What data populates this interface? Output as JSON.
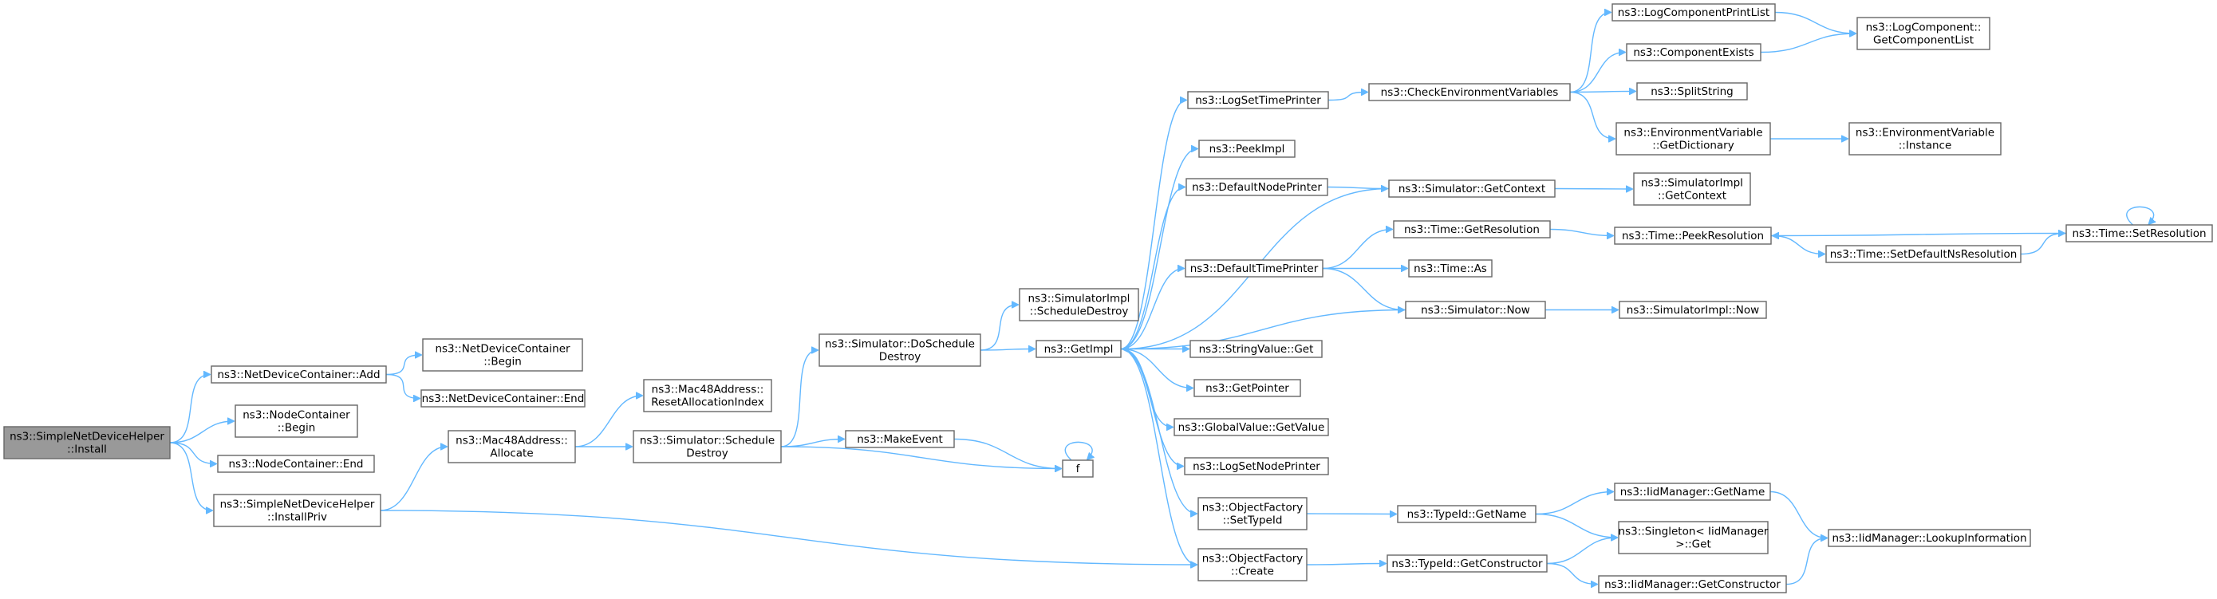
{
  "diagram": {
    "type": "call-graph",
    "colors": {
      "edge": "#63b8ff",
      "node_border": "#666666",
      "root_fill": "#999999",
      "node_fill": "#ffffff"
    },
    "nodes": [
      {
        "id": "install",
        "label": [
          "ns3::SimpleNetDeviceHelper",
          "::Install"
        ],
        "root": true
      },
      {
        "id": "ndc_add",
        "label": [
          "ns3::NetDeviceContainer::Add"
        ]
      },
      {
        "id": "nc_begin",
        "label": [
          "ns3::NodeContainer",
          "::Begin"
        ]
      },
      {
        "id": "nc_end",
        "label": [
          "ns3::NodeContainer::End"
        ]
      },
      {
        "id": "installpriv",
        "label": [
          "ns3::SimpleNetDeviceHelper",
          "::InstallPriv"
        ]
      },
      {
        "id": "ndc_begin",
        "label": [
          "ns3::NetDeviceContainer",
          "::Begin"
        ]
      },
      {
        "id": "ndc_end",
        "label": [
          "ns3::NetDeviceContainer::End"
        ]
      },
      {
        "id": "mac_allocate",
        "label": [
          "ns3::Mac48Address::",
          "Allocate"
        ]
      },
      {
        "id": "mac_reset",
        "label": [
          "ns3::Mac48Address::",
          "ResetAllocationIndex"
        ]
      },
      {
        "id": "sim_schedule_destroy",
        "label": [
          "ns3::Simulator::Schedule",
          "Destroy"
        ]
      },
      {
        "id": "sim_do_schedule_destroy",
        "label": [
          "ns3::Simulator::DoSchedule",
          "Destroy"
        ]
      },
      {
        "id": "makeevent",
        "label": [
          "ns3::MakeEvent"
        ]
      },
      {
        "id": "simimpl_schedule_destroy",
        "label": [
          "ns3::SimulatorImpl",
          "::ScheduleDestroy"
        ]
      },
      {
        "id": "getimpl",
        "label": [
          "ns3::GetImpl"
        ]
      },
      {
        "id": "f",
        "label": [
          "f"
        ]
      },
      {
        "id": "logsettimeprinter",
        "label": [
          "ns3::LogSetTimePrinter"
        ]
      },
      {
        "id": "peekimpl",
        "label": [
          "ns3::PeekImpl"
        ]
      },
      {
        "id": "defaultnodeprinter",
        "label": [
          "ns3::DefaultNodePrinter"
        ]
      },
      {
        "id": "defaulttimeprinter",
        "label": [
          "ns3::DefaultTimePrinter"
        ]
      },
      {
        "id": "stringvalue_get",
        "label": [
          "ns3::StringValue::Get"
        ]
      },
      {
        "id": "getpointer",
        "label": [
          "ns3::GetPointer"
        ]
      },
      {
        "id": "globalvalue_getvalue",
        "label": [
          "ns3::GlobalValue::GetValue"
        ]
      },
      {
        "id": "logsetnodeprinter",
        "label": [
          "ns3::LogSetNodePrinter"
        ]
      },
      {
        "id": "of_settypeid",
        "label": [
          "ns3::ObjectFactory",
          "::SetTypeId"
        ]
      },
      {
        "id": "of_create",
        "label": [
          "ns3::ObjectFactory",
          "::Create"
        ]
      },
      {
        "id": "checkenv",
        "label": [
          "ns3::CheckEnvironmentVariables"
        ]
      },
      {
        "id": "sim_getcontext",
        "label": [
          "ns3::Simulator::GetContext"
        ]
      },
      {
        "id": "time_getresolution",
        "label": [
          "ns3::Time::GetResolution"
        ]
      },
      {
        "id": "time_as",
        "label": [
          "ns3::Time::As"
        ]
      },
      {
        "id": "sim_now",
        "label": [
          "ns3::Simulator::Now"
        ]
      },
      {
        "id": "typeid_getname",
        "label": [
          "ns3::TypeId::GetName"
        ]
      },
      {
        "id": "typeid_getconstructor",
        "label": [
          "ns3::TypeId::GetConstructor"
        ]
      },
      {
        "id": "logcomponentprintlist",
        "label": [
          "ns3::LogComponentPrintList"
        ]
      },
      {
        "id": "componentexists",
        "label": [
          "ns3::ComponentExists"
        ]
      },
      {
        "id": "splitstring",
        "label": [
          "ns3::SplitString"
        ]
      },
      {
        "id": "envvar_getdict",
        "label": [
          "ns3::EnvironmentVariable",
          "::GetDictionary"
        ]
      },
      {
        "id": "simimpl_getcontext",
        "label": [
          "ns3::SimulatorImpl",
          "::GetContext"
        ]
      },
      {
        "id": "time_peekresolution",
        "label": [
          "ns3::Time::PeekResolution"
        ]
      },
      {
        "id": "simimpl_now",
        "label": [
          "ns3::SimulatorImpl::Now"
        ]
      },
      {
        "id": "iid_getname",
        "label": [
          "ns3::IidManager::GetName"
        ]
      },
      {
        "id": "singleton_get",
        "label": [
          "ns3::Singleton< IidManager",
          " >::Get"
        ]
      },
      {
        "id": "iid_getconstructor",
        "label": [
          "ns3::IidManager::GetConstructor"
        ]
      },
      {
        "id": "logcomponent_getlist",
        "label": [
          "ns3::LogComponent::",
          "GetComponentList"
        ]
      },
      {
        "id": "envvar_instance",
        "label": [
          "ns3::EnvironmentVariable",
          "::Instance"
        ]
      },
      {
        "id": "time_setdefaultns",
        "label": [
          "ns3::Time::SetDefaultNsResolution"
        ]
      },
      {
        "id": "iid_lookupinfo",
        "label": [
          "ns3::IidManager::LookupInformation"
        ]
      },
      {
        "id": "time_setresolution",
        "label": [
          "ns3::Time::SetResolution"
        ]
      }
    ],
    "edges": [
      [
        "install",
        "ndc_add"
      ],
      [
        "install",
        "nc_begin"
      ],
      [
        "install",
        "nc_end"
      ],
      [
        "install",
        "installpriv"
      ],
      [
        "ndc_add",
        "ndc_begin"
      ],
      [
        "ndc_add",
        "ndc_end"
      ],
      [
        "installpriv",
        "mac_allocate"
      ],
      [
        "installpriv",
        "of_create"
      ],
      [
        "mac_allocate",
        "mac_reset"
      ],
      [
        "mac_allocate",
        "sim_schedule_destroy"
      ],
      [
        "sim_schedule_destroy",
        "sim_do_schedule_destroy"
      ],
      [
        "sim_schedule_destroy",
        "makeevent"
      ],
      [
        "sim_schedule_destroy",
        "f"
      ],
      [
        "sim_do_schedule_destroy",
        "simimpl_schedule_destroy"
      ],
      [
        "sim_do_schedule_destroy",
        "getimpl"
      ],
      [
        "makeevent",
        "f"
      ],
      [
        "f",
        "f"
      ],
      [
        "getimpl",
        "logsettimeprinter"
      ],
      [
        "getimpl",
        "peekimpl"
      ],
      [
        "getimpl",
        "defaultnodeprinter"
      ],
      [
        "getimpl",
        "defaulttimeprinter"
      ],
      [
        "getimpl",
        "stringvalue_get"
      ],
      [
        "getimpl",
        "getpointer"
      ],
      [
        "getimpl",
        "globalvalue_getvalue"
      ],
      [
        "getimpl",
        "logsetnodeprinter"
      ],
      [
        "getimpl",
        "of_settypeid"
      ],
      [
        "getimpl",
        "of_create"
      ],
      [
        "sim_getcontext",
        "getimpl"
      ],
      [
        "sim_now",
        "getimpl"
      ],
      [
        "logsettimeprinter",
        "checkenv"
      ],
      [
        "checkenv",
        "logcomponentprintlist"
      ],
      [
        "checkenv",
        "componentexists"
      ],
      [
        "checkenv",
        "splitstring"
      ],
      [
        "checkenv",
        "envvar_getdict"
      ],
      [
        "logcomponentprintlist",
        "logcomponent_getlist"
      ],
      [
        "componentexists",
        "logcomponent_getlist"
      ],
      [
        "envvar_getdict",
        "envvar_instance"
      ],
      [
        "defaultnodeprinter",
        "sim_getcontext"
      ],
      [
        "sim_getcontext",
        "simimpl_getcontext"
      ],
      [
        "defaulttimeprinter",
        "time_getresolution"
      ],
      [
        "defaulttimeprinter",
        "time_as"
      ],
      [
        "defaulttimeprinter",
        "sim_now"
      ],
      [
        "time_getresolution",
        "time_peekresolution"
      ],
      [
        "time_peekresolution",
        "time_setdefaultns"
      ],
      [
        "time_setdefaultns",
        "time_setresolution"
      ],
      [
        "time_setresolution",
        "time_peekresolution"
      ],
      [
        "time_setresolution",
        "time_setresolution"
      ],
      [
        "sim_now",
        "simimpl_now"
      ],
      [
        "of_settypeid",
        "typeid_getname"
      ],
      [
        "typeid_getname",
        "iid_getname"
      ],
      [
        "typeid_getname",
        "singleton_get"
      ],
      [
        "iid_getname",
        "iid_lookupinfo"
      ],
      [
        "of_create",
        "typeid_getconstructor"
      ],
      [
        "typeid_getconstructor",
        "singleton_get"
      ],
      [
        "typeid_getconstructor",
        "iid_getconstructor"
      ],
      [
        "iid_getconstructor",
        "iid_lookupinfo"
      ]
    ]
  }
}
